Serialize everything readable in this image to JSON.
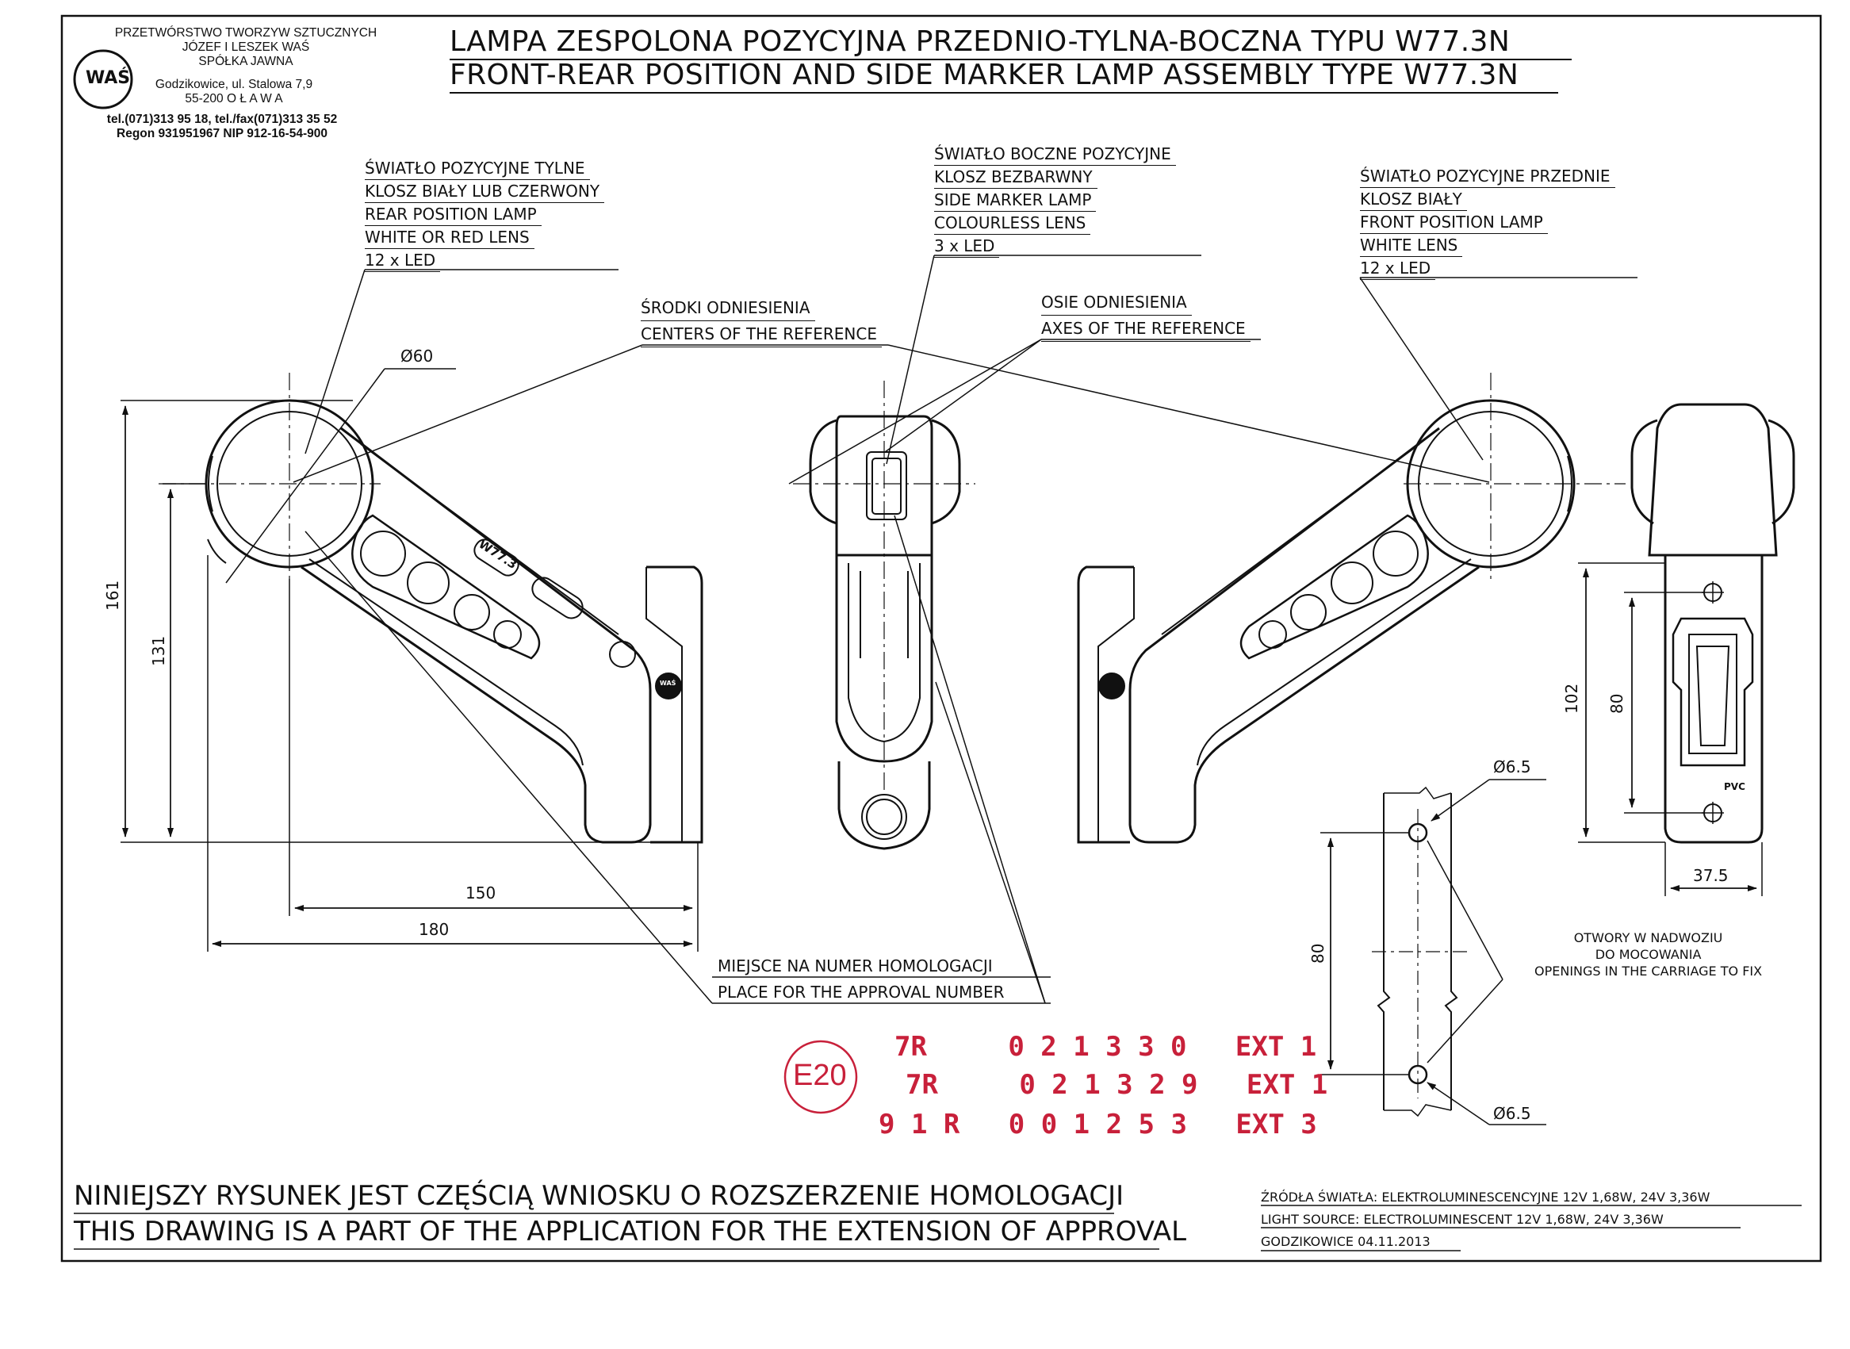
{
  "company": {
    "logo_text": "WAŚ",
    "lines": [
      "PRZETWÓRSTWO TWORZYW SZTUCZNYCH",
      "JÓZEF I LESZEK WAŚ",
      "SPÓŁKA JAWNA",
      "Godzikowice, ul. Stalowa 7,9",
      "55-200  O Ł A W A",
      "tel.(071)313 95 18, tel./fax(071)313 35 52",
      "Regon 931951967 NIP 912-16-54-900"
    ]
  },
  "title": {
    "line1": "LAMPA ZESPOLONA POZYCYJNA PRZEDNIO-TYLNA-BOCZNA TYPU W77.3N",
    "line2": "FRONT-REAR POSITION AND SIDE MARKER LAMP ASSEMBLY TYPE W77.3N"
  },
  "callouts": {
    "rear": [
      "ŚWIATŁO POZYCYJNE TYLNE",
      "KLOSZ BIAŁY LUB CZERWONY",
      "REAR POSITION LAMP",
      "WHITE OR RED LENS",
      "12 x LED"
    ],
    "side": [
      "ŚWIATŁO BOCZNE POZYCYJNE",
      "KLOSZ BEZBARWNY",
      "SIDE MARKER LAMP",
      "COLOURLESS LENS",
      "3 x LED"
    ],
    "front": [
      "ŚWIATŁO POZYCYJNE PRZEDNIE",
      "KLOSZ BIAŁY",
      "FRONT POSITION LAMP",
      "WHITE LENS",
      "12 x LED"
    ],
    "centers": [
      "ŚRODKI ODNIESIENIA",
      "CENTERS OF THE REFERENCE"
    ],
    "axes": [
      "OSIE ODNIESIENIA",
      "AXES OF THE REFERENCE"
    ],
    "approval_place": [
      "MIEJSCE NA NUMER HOMOLOGACJI",
      "PLACE FOR THE APPROVAL NUMBER"
    ],
    "openings": [
      "OTWORY W NADWOZIU",
      "DO MOCOWANIA",
      "OPENINGS IN THE CARRIAGE TO FIX"
    ]
  },
  "dimensions": {
    "d60": "Ø60",
    "h161": "161",
    "h131": "131",
    "w150": "150",
    "w180": "180",
    "h102": "102",
    "h80": "80",
    "w37_5": "37.5",
    "hole_top": "Ø6.5",
    "hole_bottom": "Ø6.5",
    "hole_spacing": "80"
  },
  "embossed": {
    "model_mark": "W77.3",
    "pvc_mark": "PVC",
    "logo_mark": "WAŚ"
  },
  "approval": {
    "stamp": "E20",
    "rows": [
      {
        "code": "7R",
        "number": "0 2 1 3 3 0",
        "ext": "EXT 1"
      },
      {
        "code": "7R",
        "number": "0 2 1 3 2 9",
        "ext": "EXT 1"
      },
      {
        "code": "9 1 R",
        "number": "0 0 1 2 5 3",
        "ext": "EXT 3"
      }
    ]
  },
  "footer": {
    "note_pl": "NINIEJSZY RYSUNEK JEST CZĘŚCIĄ WNIOSKU O  ROZSZERZENIE  HOMOLOGACJI",
    "note_en": "THIS DRAWING IS A PART OF THE APPLICATION FOR THE EXTENSION OF APPROVAL",
    "source_pl": "ŹRÓDŁA ŚWIATŁA: ELEKTROLUMINESCENCYJNE  12V  1,68W, 24V  3,36W",
    "source_en": "LIGHT SOURCE: ELECTROLUMINESCENT  12V  1,68W, 24V  3,36W",
    "date": "GODZIKOWICE 04.11.2013"
  },
  "colors": {
    "ink": "#111111",
    "stamp_red": "#c8203a"
  }
}
